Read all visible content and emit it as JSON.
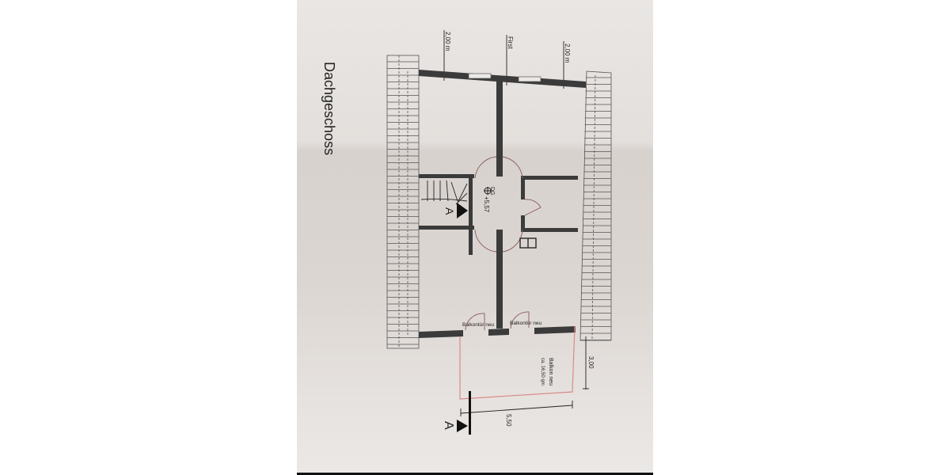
{
  "plan": {
    "title": "Dachgeschoss",
    "dimension_labels": {
      "left_height": "2,00 m",
      "ridge": "First",
      "right_height": "2,00 m",
      "balcony_depth": "3,00",
      "balcony_width": "5,50"
    },
    "level_marker": {
      "label": "DG",
      "value": "+5,57"
    },
    "section_marker": "A",
    "door_labels": [
      "Balkontür neu",
      "Balkontür neu"
    ],
    "balcony": {
      "label": "Balkon neu",
      "area": "ca. 16,50 qm"
    },
    "colors": {
      "paper": "#e3dfdc",
      "walls": "#3b3b3b",
      "balcony_outline": "#d98a8a"
    }
  }
}
